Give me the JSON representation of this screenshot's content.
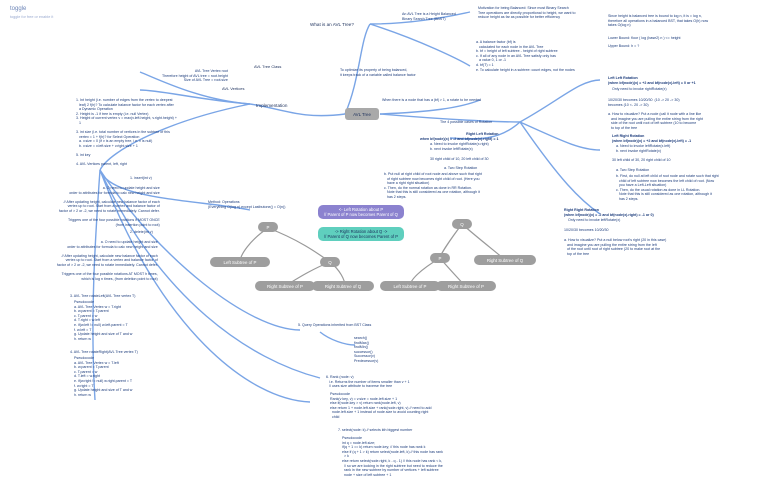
{
  "header": {
    "title": "toggle",
    "subtitle": "toggle for free or enable it"
  },
  "center": {
    "label": "AVL Tree"
  },
  "top_right": {
    "question": "What is an AVL Tree?",
    "def": "An AVL Tree is a Height Balanced\nBinary Search Tree (BBST)",
    "motivation": "Motivation for being Balanced: Since most Binary Search\nTree operations are directly proportional to height, we want to\nreduce height as far as possible for better efficiency",
    "note_right": "Since height is balanced tree is bound to log n, it is = log n,\ntherefore all operations in a balanced BST, that takes O(h) now\ntakes O(log n)",
    "lower_bound": "Lower Bound: floor ( log (base2) n ) <= height",
    "upper_bound": "Upper Bound: h = ?",
    "balance_list": "a. A balance factor (bf) is\n   calculated for each node in the AVL Tree\nb. bf = height of left subtree - height of right subtree\nc. If all of any node in an AVL Tree satisfy only has\n   a value 0, 1 or -1\nd. bf(T) = 1\ne. To calculate height in a subtree: count edges, not the nodes",
    "optimize": "To optimize its property of being balanced,\nit keeps track of a variable called balance factor"
  },
  "rotation": {
    "when": "When there is a node that has a |bf| > 1, a rotate to be needed",
    "cases": "The 4 possible cases of Rotation",
    "right_left_title": "Right Left Rotation\nwhen bf(node)(x) = -2 and bf(node(x).right) = 1",
    "right_left_items": "a. Need to invoke rightRotate(x.right)\nb. next invoke leftRotate(x)",
    "right_left_ex": "30 right child of 10, 20 left child of 30",
    "two_step": "a. Two Step Rotation",
    "two_step_items": "b. Put null at right child of root node and above such that right\n   of right subtree now becomes right child of root. (Here you\n   have a right right situation)\nc. Then, do the normal rotation as done in RR Rotation.\n   Note that this is still considered as one rotation, although it\n   has 2 steps.",
    "left_left_title": "Left Left Rotation\n(when bf(node)(x) = +2 and bf(node(x).left) = 0 or +1",
    "left_left_item": "Only need to invoke rightRotate(x)",
    "left_left_ex": "10/20/30 becomes 10/20/30  (10 -> 20 -> 30)\nbecomes (10 <- 20 -> 30)",
    "how_visualize": "a. How to visualize? Put a node (call it node with a line like\n   and imagine you are pulling the entire string from the right\n   side of the root until root of left subtree (10 to become\n   to top of the tree",
    "left_right_title": "Left Right Rotation\n(when bf(node)(x) = +2 and bf(node(x).left) = -1",
    "left_right_items": "a. Need to invoke leftRotate(x.left)\nb. next invoke rightRotate(x)",
    "left_right_ex": "30 left child of 30, 20 right child of 10",
    "two_step_lr": "a. Two Step Rotation",
    "two_step_lr_items": "b. First, do null at left child of root node and rotate such that right\n   child of left subtree now becomes the left child of root. (Now\n   you have a Left-Left situation)\nc. Then, do the usual rotation as done in LL Rotation.\n   Note that this is still considered as one rotation, although it\n   has 2 steps.",
    "right_right_title": "Right Right Rotation\n(when bf(node)(x) = -2 and bf(node(x).right) = -1 or 0)",
    "right_right_item": "Only need to invoke leftRotate(x)",
    "right_right_ex": "10/20/30 becomes 10/20/30",
    "how_visualize_rr": "a. How to visualize? Put a null below root's right (20 in this case)\n   and imagine you are pulling the entire string from the left\n   of the root until root of right subtree (20 to make root at the\n   top of the tree"
  },
  "impl": {
    "label": "Implementation",
    "class_label": "AVL Tree Class",
    "class_items": "AVL Tree Vertex root\nTherefore height of AVL tree = root.height\nSize of AVL Tree = root.size",
    "vertex_label": "AVL Vertices",
    "vertex_items": "1. Int height (i.e. number of edges from the vertex to deepest\n   leaf) 2 f(h)? To calculate balance factor for each vertex after\n   a Dynamic Operation\n2. Height is -1 if tree is empty (i.e. null Vertex)\n3. Height of current vertex v = max(v.left.height, v.right.height) +\n   1\n\n3. int size (i.e. total number of vertices in the subtree of this\n   vertex = 1 + f(h)? for Select Operation\n   a. v.size = 0 (if v is an empty tree, i.e. v is null)\n   b. v.size = v.left.size + v.right.size + 1\n\n5. int key\n\n4. AVL Vertices parent, left, right",
    "insert_label": "1. insert(int v)",
    "insert_items": "a. O need to update height and size\n   order to attributes for formula to calc new height and size\n\n   // After updating height, calculate new balance factor of each\n   vertex up to root. Start from a vertex and balance factor of\n   factor of > 2 or -2, we need to rotate immediately. Cannot defer.\n\n   Triggers one of the four possible rotations if MOST ONCE\n   (from insertion point to root)",
    "delete_label": "2. delete(int v)",
    "delete_items": "a. O need to update height and size\n   order to attributes for formula to calc new height and size\n\n   // After updating height, calculate new balance factor of each\n   vertex up to root. Start from a vertex and balance factor of\n   factor of > 2 or -2, we need to rotate immediately. Cannot defer.\n\n   Triggers one of the four possible rotations AT MOST h times,\n   which is log n times, (from deletion point to root)",
    "rotate_left_label": "3. AVL Tree rotateLeft(AVL Tree vertex T)",
    "rotate_left_items": "Pseudocode\na. AVL Tree Vertex w = T.right\nb. w.parent = T.parent\nc. T.parent = w\nd. T.right = w.left\ne. if(w.left != null) w.left.parent = T\nf. w.left = T\ng. Update height and size of T and w\nh. return w",
    "rotate_right_label": "4. AVL Tree rotateRight(AVL Tree vertex T)",
    "rotate_right_items": "Pseudocode\na. AVL Tree Vertex w = T.left\nb. w.parent = T.parent\nc. T.parent = w\nd. T.left = w.right\ne. if(w.right != null) w.right.parent = T\nf. w.right = T\ng. Update height and size of T and w\nh. return w",
    "query_label": "5. Query Operations inherited from BST Class",
    "query_items": "search()\nfindMax()\nfindMin()\nsuccessor()\nSuccessor(v)\nPredecessor(v)",
    "rank_label": "6. Rank (node: v)\n   i.e. Returns the number of items smaller than v + 1\n   // uses size attribute to traverse the tree",
    "rank_items": "Pseudocode\nRank(v key, v) = v.size = node.left.size + 1\nelse if(node.key > v) return rank(node.left, v)\nelse return 1 + node.left.size + rank(node.right, v) // need to add\n  node.left.size + 1 instead of node.size to avoid counting right\n  child",
    "select_label": "7. select(node: k) // selects kth biggest number",
    "select_items": "Pseudocode\nint q = node.left.size;\nif(q + 1 == k) return node.key; // this node has rank k\nelse if (q + 1 > k) return select(node.left, k) // this node has rank\n  > k\nelse return select(node.right, k - q - 1) // this node has rank < k,\n  // so we are looking in the right subtree but need to reduce the\n  rank in the new subtree by number of vertices + left subtree\n  node + size of left subtree + 1"
  },
  "diagram": {
    "method_label": "Method: Operations\n(Everything O(log n) except Lastbutone() = O(n))",
    "left_rot": "<- Left Rotation about P\n// Parent of P now becomes Parent of Q",
    "right_rot": "-> Right Rotation about Q ->\n// Parent of Q now becomes Parent of P",
    "p": "P",
    "q": "Q",
    "left_subtree_p": "Left Subtree of P",
    "right_subtree_p": "Right Subtree of P",
    "right_subtree_q": "Right Subtree of Q"
  },
  "colors": {
    "line": "#6e9be0",
    "dark": "#20346a",
    "purple": "#8b82cf",
    "teal": "#5fcfbe",
    "grey": "#9e9e9e"
  }
}
